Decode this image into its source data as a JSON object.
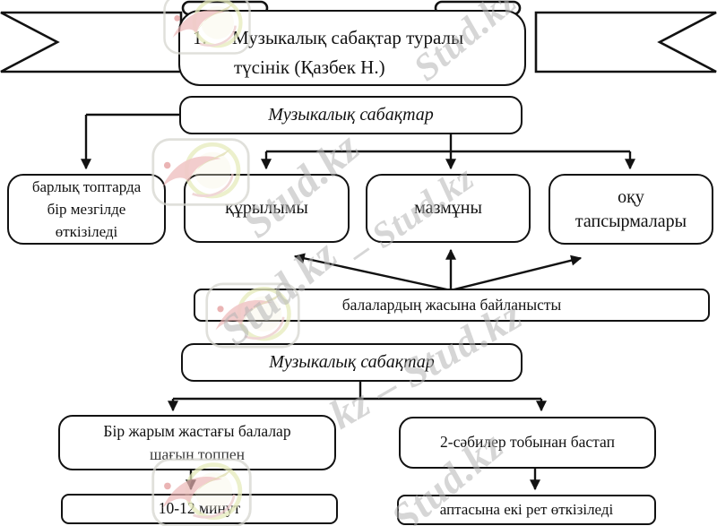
{
  "banner": {
    "number": "1.",
    "title_line1": "Музыкалық сабақтар туралы",
    "title_line2": "түсінік (Қазбек Н.)"
  },
  "tree1": {
    "root": "Музыкалық сабақтар",
    "leaf_all_groups": {
      "line1": "барлық топтарда",
      "line2": "бір мезгілде",
      "line3": "өткізіледі"
    },
    "leaf_structure": "құрылымы",
    "leaf_content": "мазмұны",
    "leaf_tasks": {
      "line1": "оқу",
      "line2": "тапсырмалары"
    },
    "note": "балалардың жасына байланысты"
  },
  "tree2": {
    "root": "Музыкалық сабақтар",
    "left_branch": {
      "line1": "Бір жарым жастағы балалар",
      "line2": "шағын топпен",
      "result": "10-12 минут"
    },
    "right_branch": {
      "line1": "2-сәбилер тобынан бастап",
      "result": "аптасына екі рет өткізіледі"
    }
  },
  "watermarks": {
    "w1": "Stud.kz",
    "w2": "Stud.kz",
    "w3": "Stud.kz",
    "w4": "– Stud.kz",
    "w5": "kz – Stud.kz",
    "w6": "Stud.kz",
    "logo_name": "stud-kz-bird-logo"
  },
  "colors": {
    "line": "#111111",
    "box_fill": "#ffffff",
    "watermark_text": "#b5b5b5",
    "logo_ring": "#e6ebbc",
    "logo_bird": "#ecb6b6"
  }
}
